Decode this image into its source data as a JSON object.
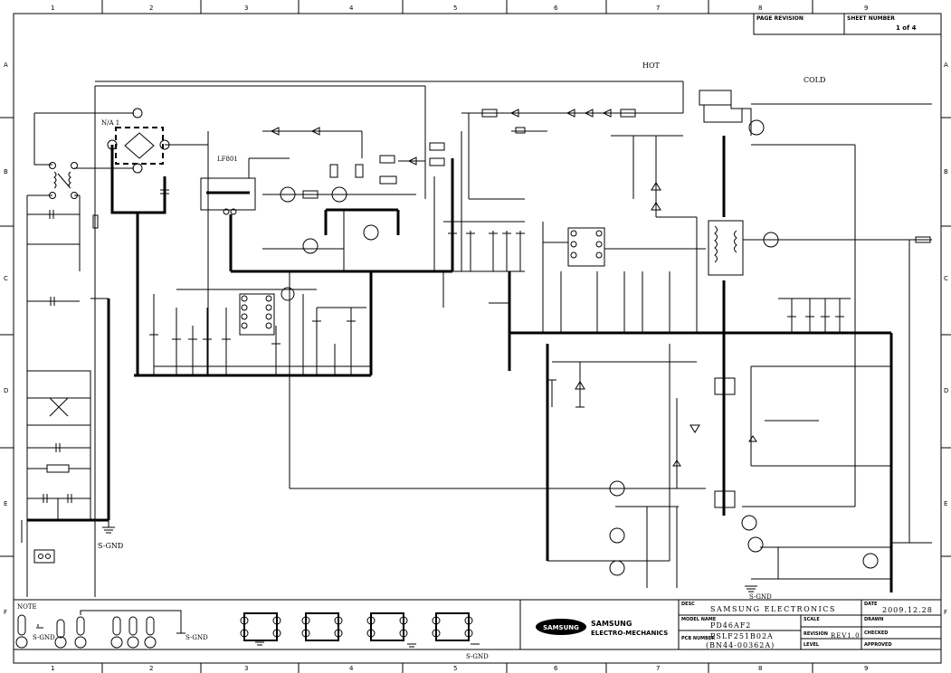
{
  "grid": {
    "columns": [
      "1",
      "2",
      "3",
      "4",
      "5",
      "6",
      "7",
      "8",
      "9"
    ],
    "rows": [
      "A",
      "B",
      "C",
      "D",
      "E",
      "F"
    ]
  },
  "header": {
    "page_revision_label": "PAGE REVISION",
    "sheet_number_label": "SHEET NUMBER",
    "sheet_number": "1 of 4"
  },
  "zones": {
    "hot": "HOT",
    "cold": "COLD"
  },
  "components": {
    "line_filter": "LF801",
    "bridge_ref": "N/A 1",
    "ground": "S-GND"
  },
  "note": {
    "title": "NOTE",
    "gnd1": "S-GND",
    "gnd2": "S-GND",
    "gnd3": "S-GND"
  },
  "title_block": {
    "logo_text": "SAMSUNG",
    "company_line1": "SAMSUNG",
    "company_line2": "ELECTRO-MECHANICS",
    "desc_label": "DESC",
    "desc_value": "SAMSUNG ELECTRONICS",
    "date_label": "DATE",
    "date_value": "2009.12.28",
    "model_label": "MODEL NAME",
    "model_value": "PD46AF2",
    "scale_label": "SCALE",
    "drawn_label": "DRAWN",
    "part_label": "PCB NUMBER",
    "part_value": "PSLF251B02A",
    "part_value2": "(BN44-00362A)",
    "revision_label": "REVISION",
    "revision_value": "REV1.0",
    "checked_label": "CHECKED",
    "level_label": "LEVEL",
    "approved_label": "APPROVED"
  }
}
